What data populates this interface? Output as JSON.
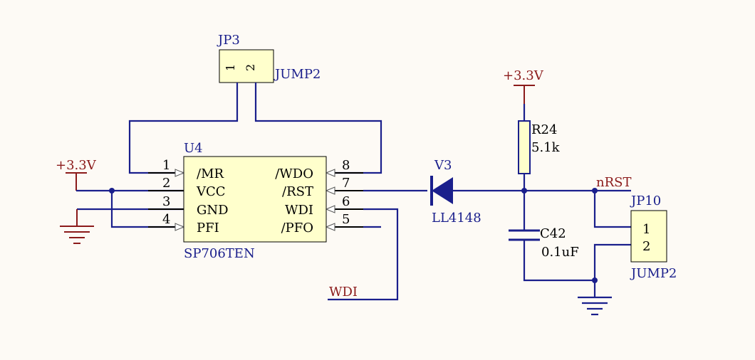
{
  "colors": {
    "background": "#fdfaf5",
    "wire": "#1a1f8c",
    "power": "#8b1a1a",
    "component_fill": "#ffffcc"
  },
  "power_ports": {
    "left": "+3.3V",
    "right": "+3.3V"
  },
  "jp3": {
    "designator": "JP3",
    "value": "JUMP2",
    "pin1": "1",
    "pin2": "2"
  },
  "u4": {
    "designator": "U4",
    "part": "SP706TEN",
    "pins_left": [
      {
        "num": "1",
        "name": "/MR"
      },
      {
        "num": "2",
        "name": "VCC"
      },
      {
        "num": "3",
        "name": "GND"
      },
      {
        "num": "4",
        "name": "PFI"
      }
    ],
    "pins_right": [
      {
        "num": "8",
        "name": "/WDO"
      },
      {
        "num": "7",
        "name": "/RST"
      },
      {
        "num": "6",
        "name": "WDI"
      },
      {
        "num": "5",
        "name": "/PFO"
      }
    ]
  },
  "net_labels": {
    "wdi": "WDI",
    "nrst": "nRST"
  },
  "v3": {
    "designator": "V3",
    "value": "LL4148"
  },
  "r24": {
    "designator": "R24",
    "value": "5.1k"
  },
  "c42": {
    "designator": "C42",
    "value": "0.1uF"
  },
  "jp10": {
    "designator": "JP10",
    "value": "JUMP2",
    "pin1": "1",
    "pin2": "2"
  }
}
